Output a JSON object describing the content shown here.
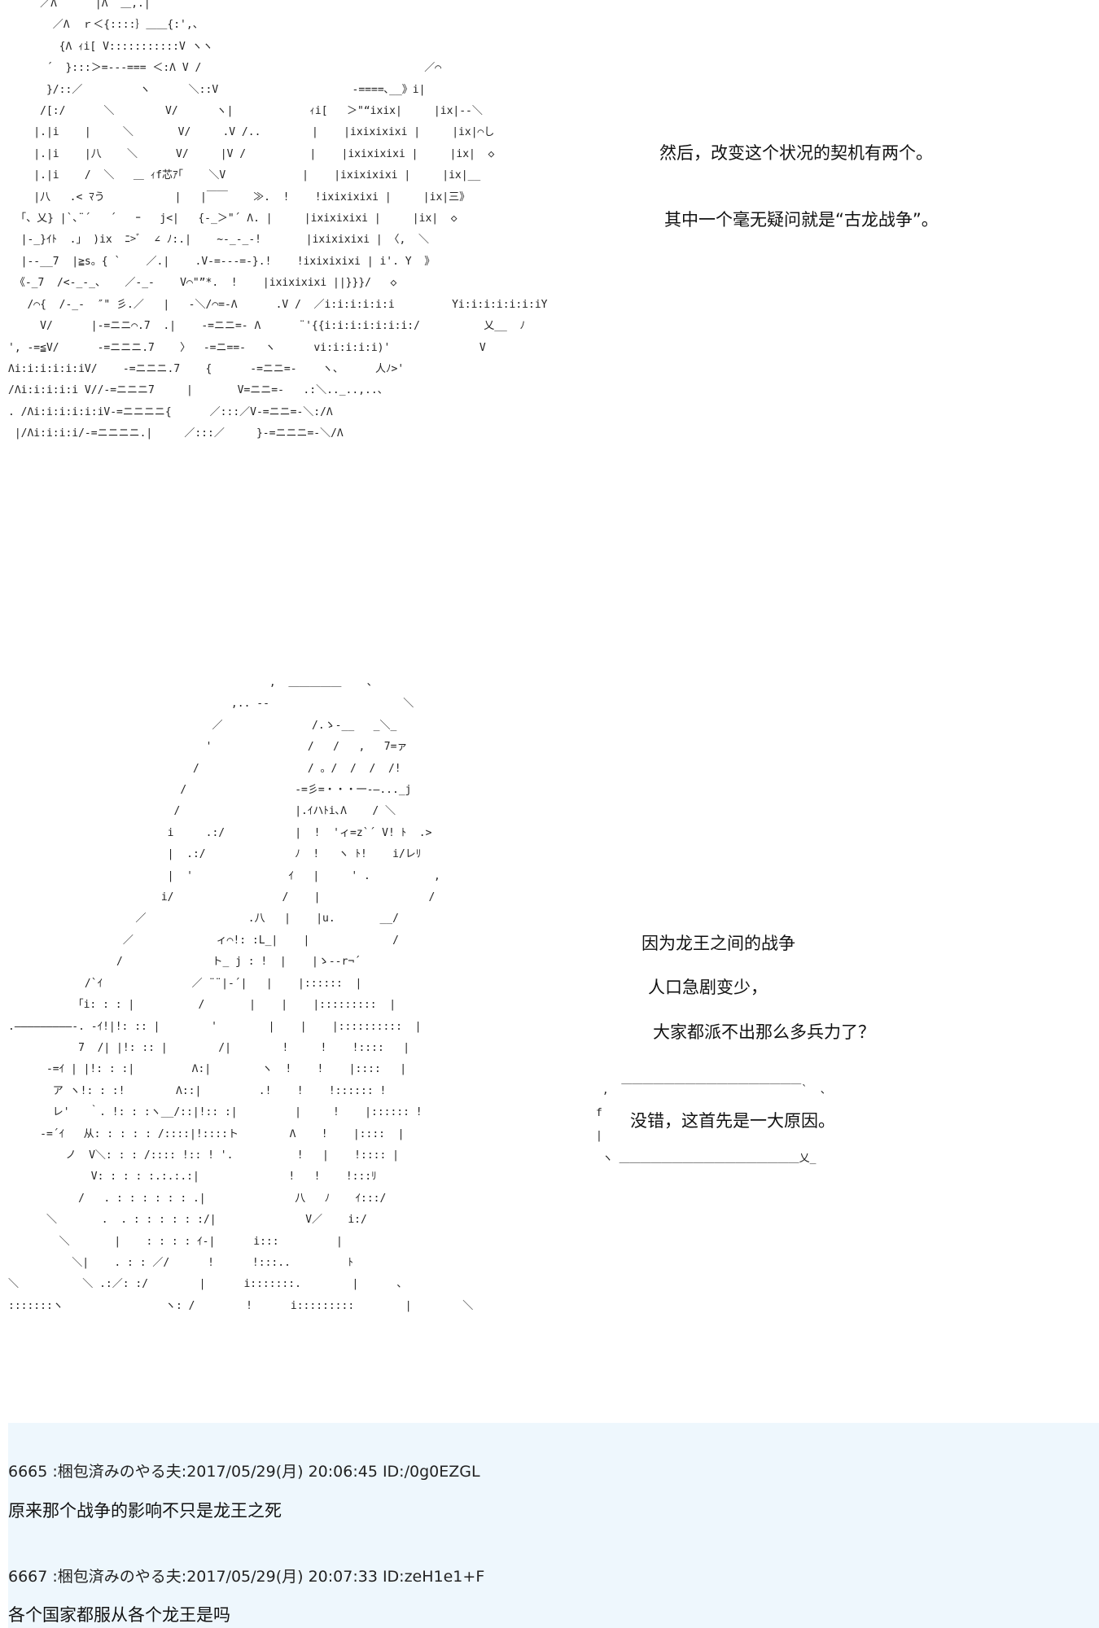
{
  "dialogue": {
    "top": [
      "然后，改变这个状况的契机有两个。",
      "其中一个毫无疑问就是“古龙战争”。"
    ],
    "bottom": [
      "因为龙王之间的战争",
      "人口急剧变少，",
      "大家都派不出那么多兵力了？"
    ],
    "bubble": "没错，这首先是一大原因。"
  },
  "posts": [
    {
      "header": "6665 :梱包済みのやる夫:2017/05/29(月) 20:06:45 ID:/0g0EZGL",
      "body": "原来那个战争的影响不只是龙王之死"
    },
    {
      "header": "6667 :梱包済みのやる夫:2017/05/29(月) 20:07:33 ID:zeH1e1+F",
      "body": "各个国家都服从各个龙王是吗"
    }
  ]
}
